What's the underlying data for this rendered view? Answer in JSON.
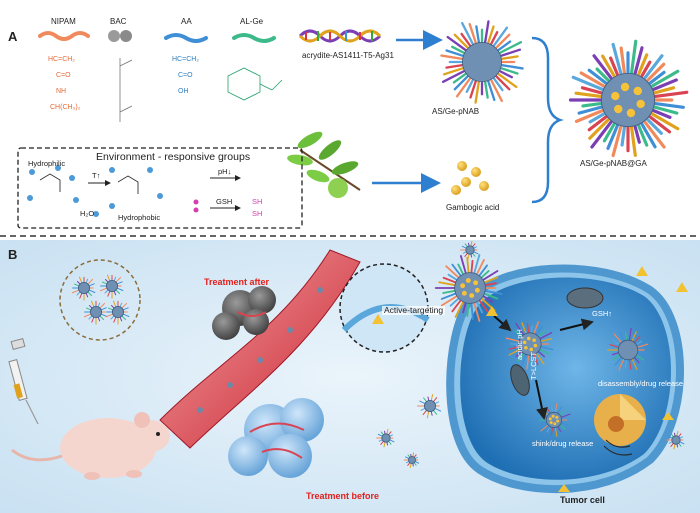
{
  "panels": {
    "a": "A",
    "b": "B"
  },
  "monomers": {
    "nipam": {
      "name": "NIPAM",
      "atoms": [
        "HC=CH₂",
        "C=O",
        "NH",
        "CH(CH₃)₂"
      ]
    },
    "bac": {
      "name": "BAC"
    },
    "aa": {
      "name": "AA",
      "atoms": [
        "HC=CH₂",
        "C=O",
        "OH"
      ]
    },
    "alge": {
      "name": "AL-Ge"
    },
    "aptamer": {
      "name": "acrydite-AS1411-T5-Ag31"
    }
  },
  "env_box": {
    "title": "Environment - responsive groups",
    "hydrophilic": "Hydrophilic",
    "hydrophobic": "Hydrophobic",
    "t_arrow": "T↑",
    "ph_arrow": "pH↓",
    "gsh_arrow": "GSH",
    "h2o": "H₂O",
    "sh": "SH"
  },
  "products": {
    "as_ge": "AS/Ge-pNAB",
    "gambogic": "Gambogic acid",
    "final": "AS/Ge-pNAB@GA"
  },
  "panel_b": {
    "treatment_after": "Treatment after",
    "treatment_before": "Treatment before",
    "active_targeting": "Active-targeting",
    "gsh_up": "GSH↑",
    "disassembly": "disassembly/drug release",
    "acidic_ph": "acidic pH",
    "t_lcst": "T>LCST",
    "shrink": "shink/drug release",
    "tumor_cell": "Tumor cell"
  },
  "colors": {
    "nipam": "#f08a5d",
    "bac": "#8a8a8a",
    "aa": "#3f8fd6",
    "alge": "#3dba8a",
    "arrow": "#2f7fd0",
    "membrane": "#5aa7dc",
    "cytoplasm": "#2b7fc2",
    "vessel": "#d9303a",
    "label_red": "#e0201c"
  }
}
